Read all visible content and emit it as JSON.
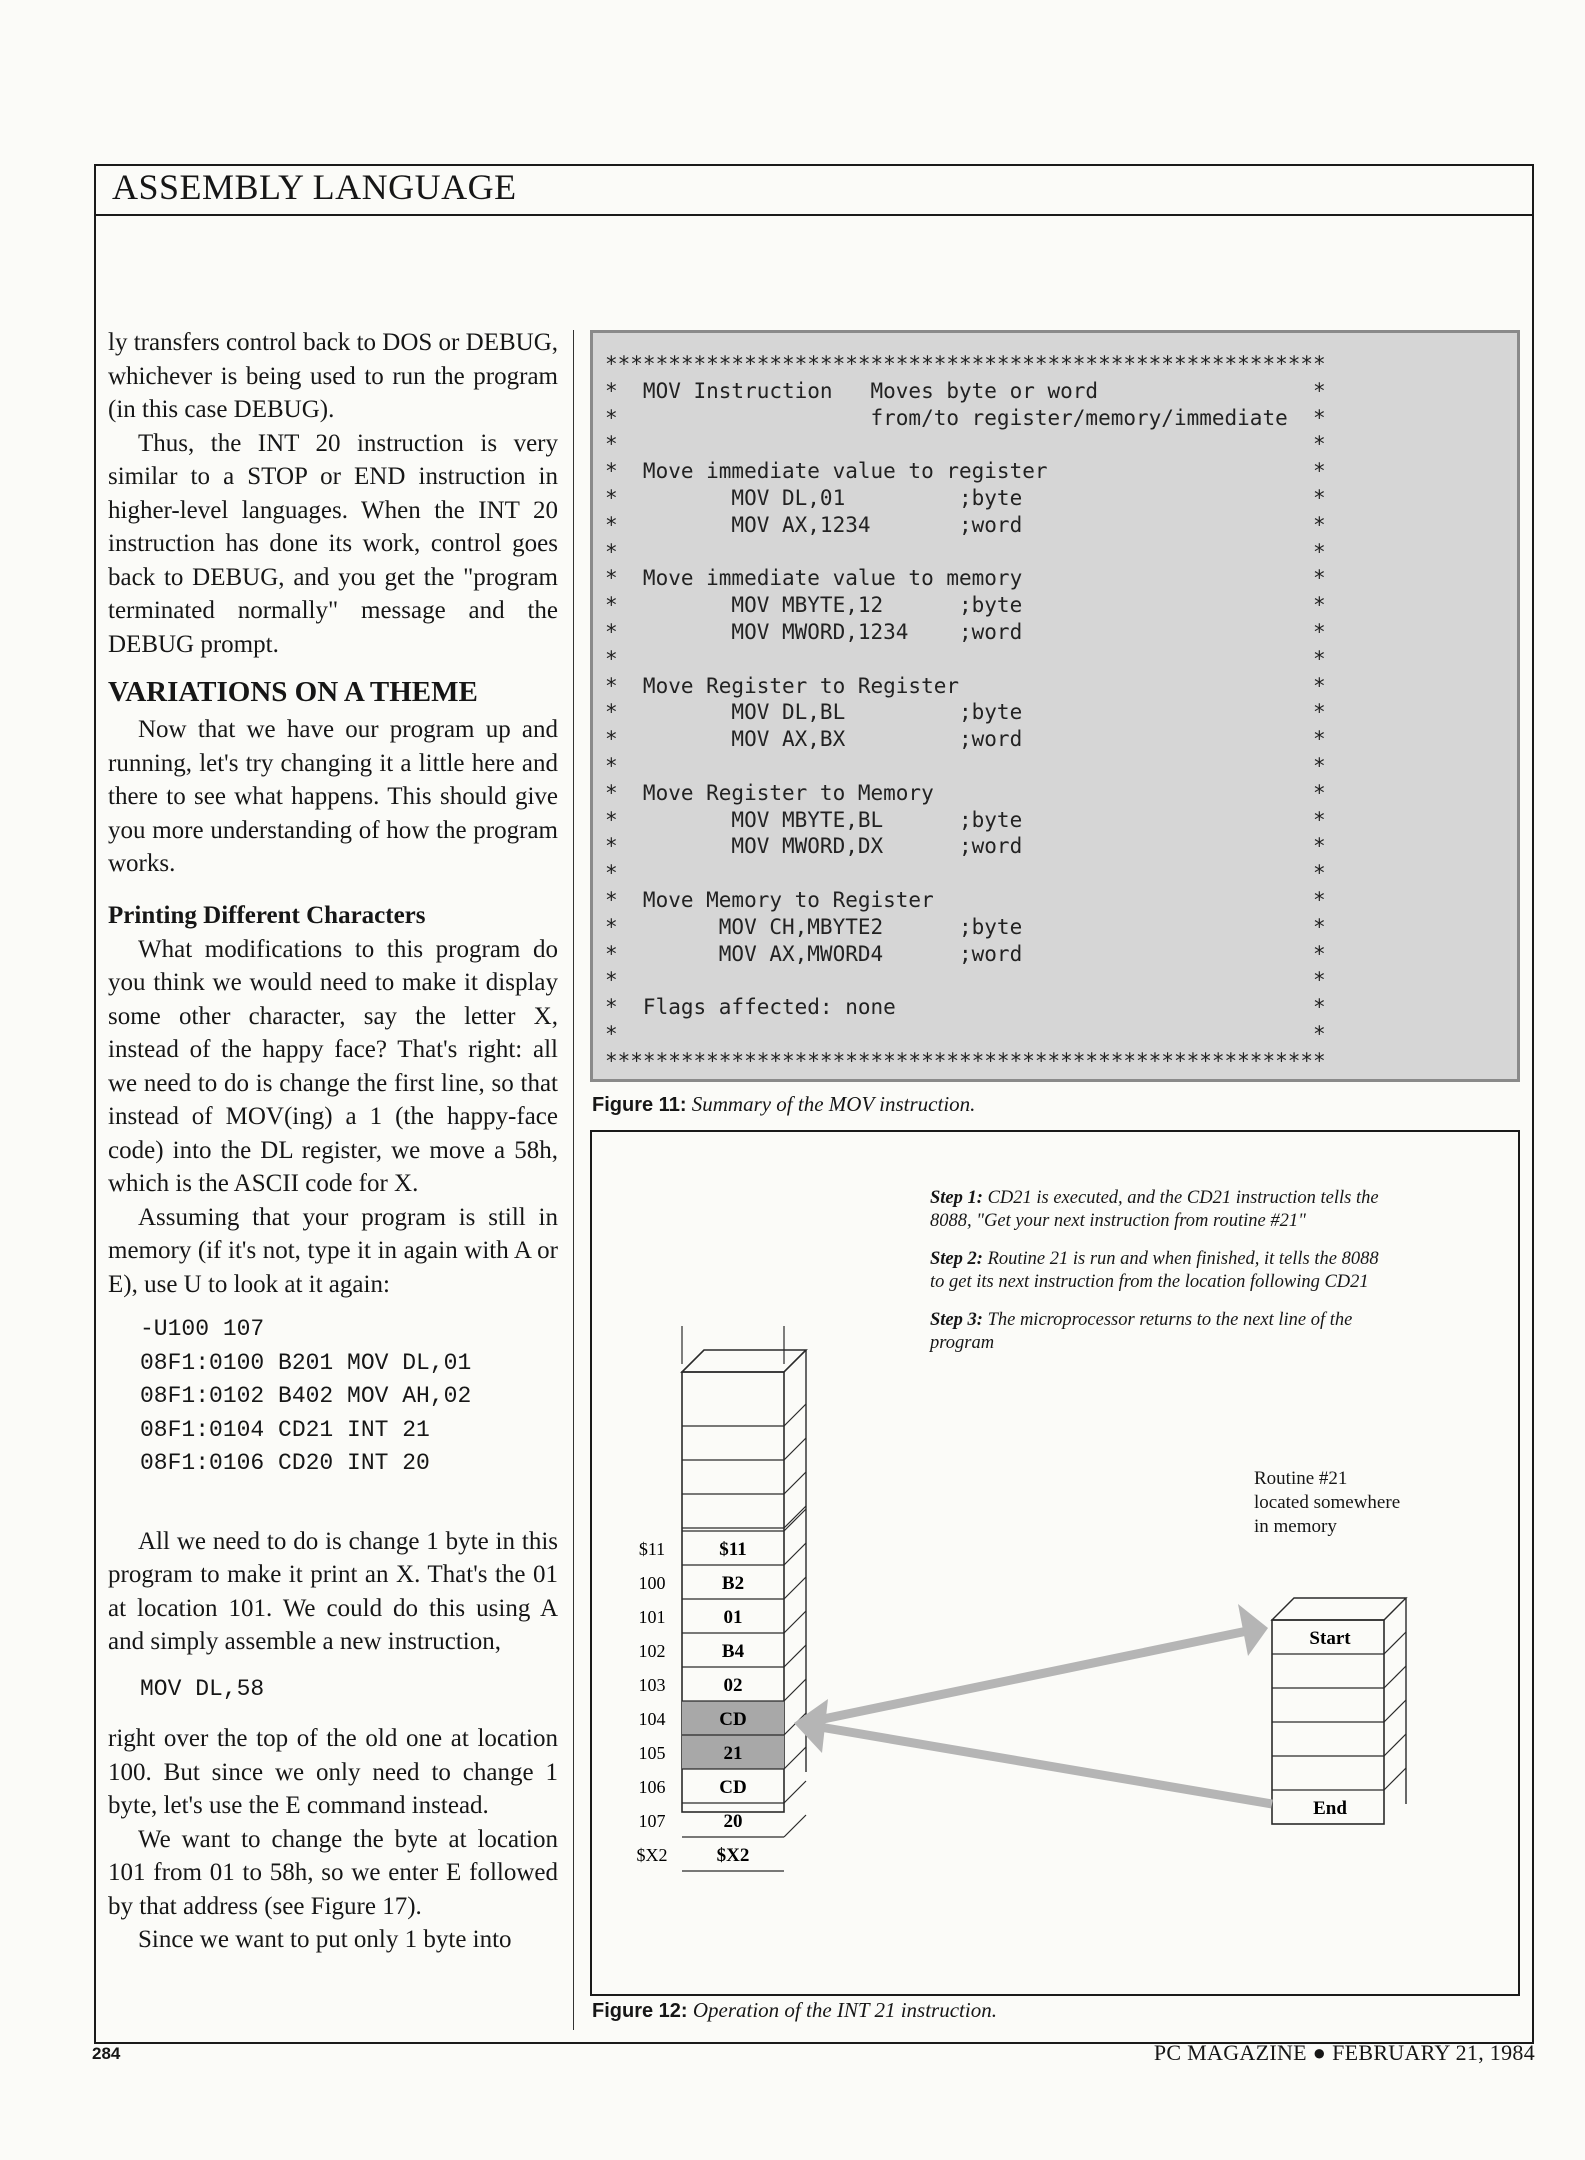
{
  "header": {
    "section_title": "ASSEMBLY LANGUAGE"
  },
  "article": {
    "p1": "ly transfers control back to DOS or DEBUG, whichever is being used to run the program (in this case DEBUG).",
    "p2": "Thus, the INT 20 instruction is very similar to a STOP or END instruction in higher-level languages. When the INT 20 instruction has done its work, control goes back to DEBUG, and you get the \"program terminated normally\" message and the DEBUG prompt.",
    "h_variations": "VARIATIONS ON A THEME",
    "p3": "Now that we have our program up and running, let's try changing it a little here and there to see what happens. This should give you more understanding of how the program works.",
    "h_printing": "Printing Different Characters",
    "p4": "What modifications to this program do you think we would need to make it display some other character, say the letter X, instead of the happy face? That's right: all we need to do is change the first line, so that instead of MOV(ing) a 1 (the happy-face code) into the DL register, we move a 58h, which is the ASCII code for X.",
    "p5": "Assuming that your program is still in memory (if it's not, type it in again with A or E), use U to look at it again:",
    "code1": "-U100 107\n08F1:0100 B201 MOV DL,01\n08F1:0102 B402 MOV AH,02\n08F1:0104 CD21 INT 21\n08F1:0106 CD20 INT 20",
    "p6": "All we need to do is change 1 byte in this program to make it print an X. That's the 01 at location 101. We could do this using A and simply assemble a new instruction,",
    "code2": "MOV DL,58",
    "p7": "right over the top of the old one at location 100. But since we only need to change 1 byte, let's use the E command instead.",
    "p8": "We want to change the byte at location 101 from 01 to 58h, so we enter E followed by that address (see Figure 17).",
    "p9": "Since we want to put only 1 byte into"
  },
  "figure11": {
    "listing": "*********************************************************\n*  MOV Instruction   Moves byte or word                 *\n*                    from/to register/memory/immediate  *\n*                                                       *\n*  Move immediate value to register                     *\n*         MOV DL,01         ;byte                       *\n*         MOV AX,1234       ;word                       *\n*                                                       *\n*  Move immediate value to memory                       *\n*         MOV MBYTE,12      ;byte                       *\n*         MOV MWORD,1234    ;word                       *\n*                                                       *\n*  Move Register to Register                            *\n*         MOV DL,BL         ;byte                       *\n*         MOV AX,BX         ;word                       *\n*                                                       *\n*  Move Register to Memory                              *\n*         MOV MBYTE,BL      ;byte                       *\n*         MOV MWORD,DX      ;word                       *\n*                                                       *\n*  Move Memory to Register                              *\n*        MOV CH,MBYTE2      ;byte                       *\n*        MOV AX,MWORD4      ;word                       *\n*                                                       *\n*  Flags affected: none                                 *\n*                                                       *\n*********************************************************",
    "caption_label": "Figure 11:",
    "caption_text": "Summary of the MOV instruction."
  },
  "figure12": {
    "step1_label": "Step 1:",
    "step1_text": "CD21 is executed, and the CD21 instruction tells the 8088, \"Get your next instruction from routine #21\"",
    "step2_label": "Step 2:",
    "step2_text": "Routine 21 is run and when finished, it tells the 8088 to get its next instruction from the location following CD21",
    "step3_label": "Step 3:",
    "step3_text": "The microprocessor returns to the next line of the program",
    "routine_note": "Routine #21 located somewhere in memory",
    "memory_rows": [
      {
        "addr": "$11",
        "val": "$11",
        "highlight": false
      },
      {
        "addr": "100",
        "val": "B2",
        "highlight": false
      },
      {
        "addr": "101",
        "val": "01",
        "highlight": false
      },
      {
        "addr": "102",
        "val": "B4",
        "highlight": false
      },
      {
        "addr": "103",
        "val": "02",
        "highlight": false
      },
      {
        "addr": "104",
        "val": "CD",
        "highlight": true
      },
      {
        "addr": "105",
        "val": "21",
        "highlight": true
      },
      {
        "addr": "106",
        "val": "CD",
        "highlight": false
      },
      {
        "addr": "107",
        "val": "20",
        "highlight": false
      },
      {
        "addr": "$X2",
        "val": "$X2",
        "highlight": false
      }
    ],
    "routine_start": "Start",
    "routine_end": "End",
    "caption_label": "Figure 12:",
    "caption_text": "Operation of the INT 21 instruction."
  },
  "footer": {
    "page_number": "284",
    "magazine": "PC MAGAZINE ● FEBRUARY 21, 1984"
  },
  "colors": {
    "figure11_bg": "#d6d6d6",
    "highlight_cell": "#a8a8a8",
    "arrow": "#b5b5b5"
  }
}
